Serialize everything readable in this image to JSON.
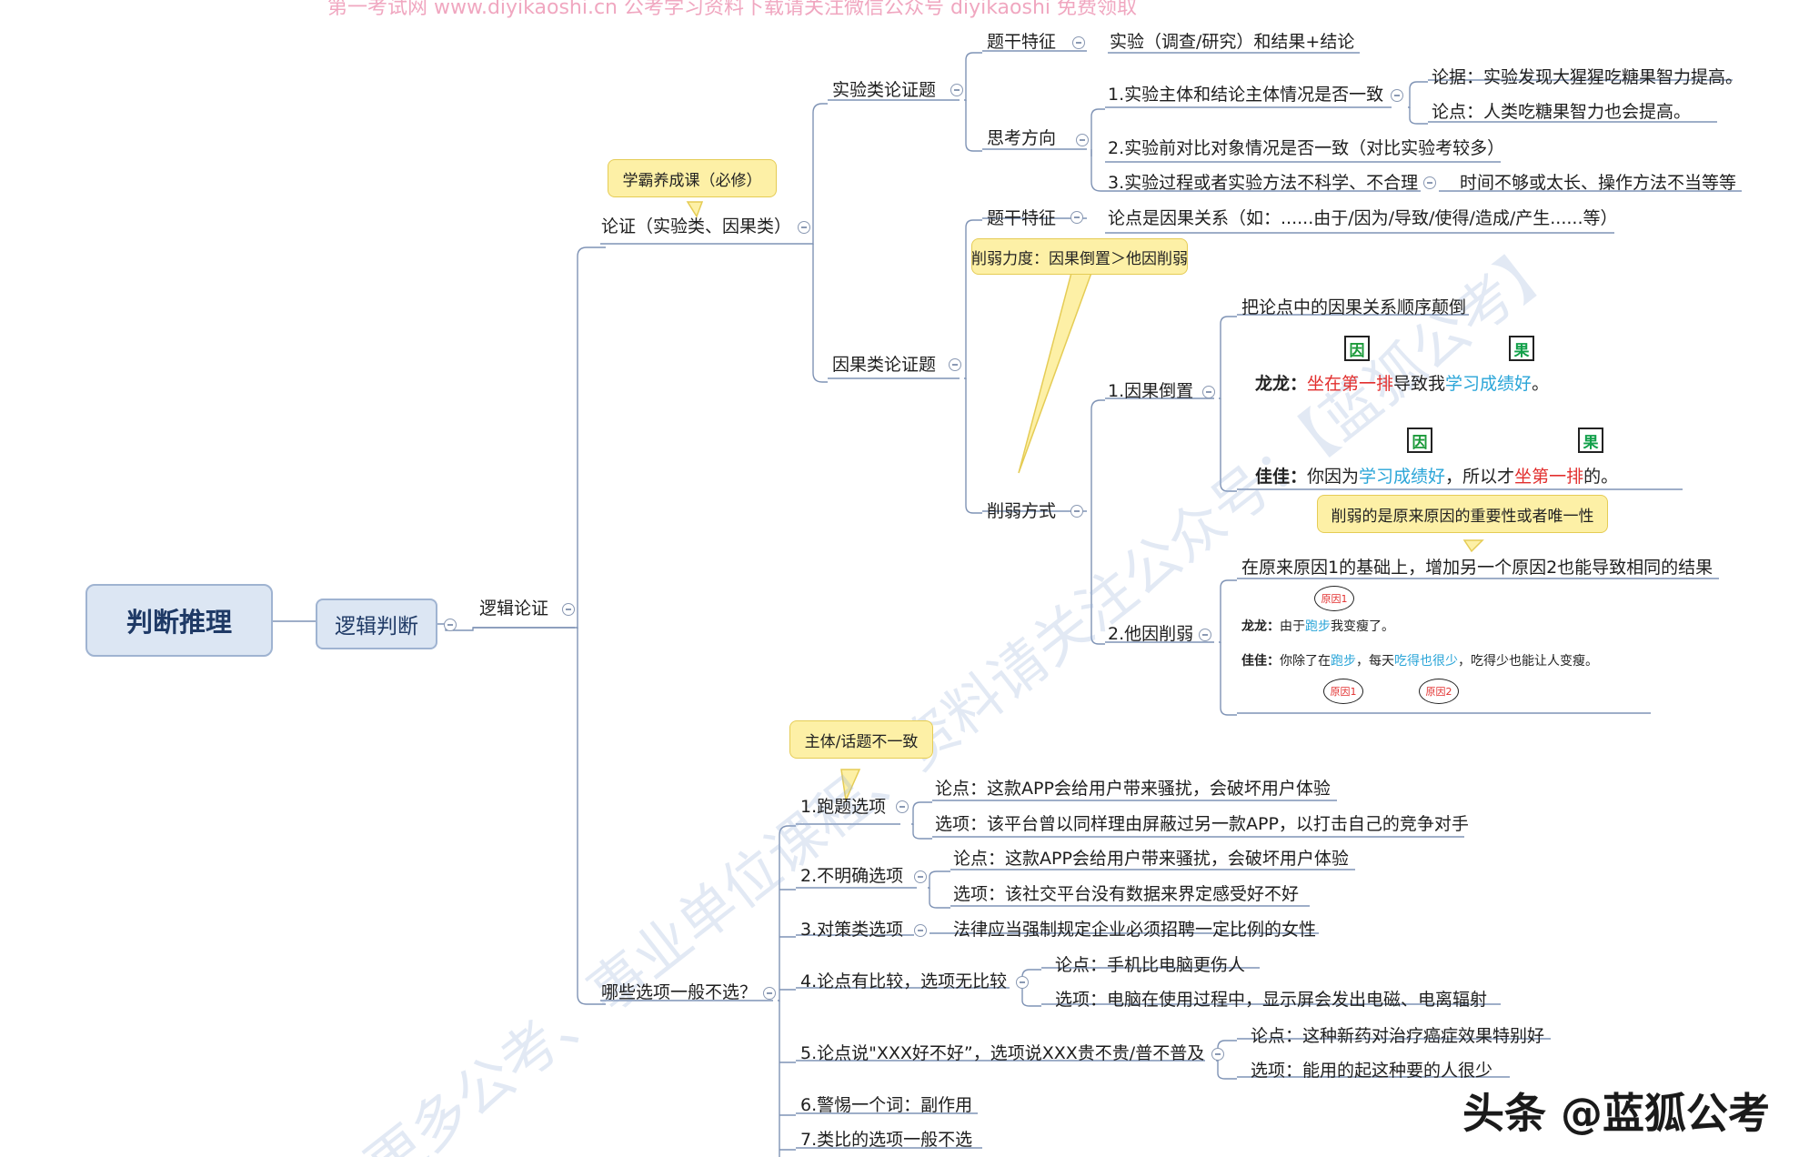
{
  "top_banner": "第一考试网 www.diyikaoshi.cn 公考学习资料下载请关注微信公众号 diyikaoshi 免费领取",
  "watermark_1": "更多公考、事业单位课程、资料请关注公众号：【蓝狐公考】",
  "brand": "头条 @蓝狐公考",
  "root": "判断推理",
  "level1": "逻辑判断",
  "level2": "逻辑论证",
  "argument": {
    "label": "论证（实验类、因果类）",
    "callout": "学霸养成课（必修）",
    "experiment": {
      "label": "实验类论证题",
      "stem_label": "题干特征",
      "stem_value": "实验（调查/研究）和结果+结论",
      "think_label": "思考方向",
      "item1": "1.实验主体和结论主体情况是否一致",
      "item1_a": "论据：实验发现大猩猩吃糖果智力提高。",
      "item1_b": "论点：人类吃糖果智力也会提高。",
      "item2": "2.实验前对比对象情况是否一致（对比实验考较多）",
      "item3": "3.实验过程或者实验方法不科学、不合理",
      "item3_a": "时间不够或太长、操作方法不当等等"
    },
    "causal": {
      "label": "因果类论证题",
      "stem_label": "题干特征",
      "stem_value": "论点是因果关系（如：......由于/因为/导致/使得/造成/产生......等）",
      "weaken_label": "削弱方式",
      "weaken_callout": "削弱力度：因果倒置＞他因削弱",
      "reverse": {
        "label": "1.因果倒置",
        "desc": "把论点中的因果关系顺序颠倒",
        "tag_cause": "因",
        "tag_effect": "果",
        "ex1_speaker": "龙龙：",
        "ex1_a": "坐在第一排",
        "ex1_b": "导致我",
        "ex1_c": "学习成绩好",
        "ex1_d": "。",
        "ex2_speaker": "佳佳：",
        "ex2_a": "你因为",
        "ex2_b": "学习成绩好",
        "ex2_c": "，所以才",
        "ex2_d": "坐第一排",
        "ex2_e": "的。"
      },
      "other": {
        "label": "2.他因削弱",
        "callout": "削弱的是原来原因的重要性或者唯一性",
        "desc": "在原来原因1的基础上，增加另一个原因2也能导致相同的结果",
        "oval1": "原因1",
        "oval2": "原因2",
        "ex1_speaker": "龙龙：",
        "ex1_a": "由于",
        "ex1_b": "跑步",
        "ex1_c": "我变瘦了。",
        "ex2_speaker": "佳佳：",
        "ex2_a": "你除了在",
        "ex2_b": "跑步",
        "ex2_c": "，每天",
        "ex2_d": "吃得也很少",
        "ex2_e": "，吃得少也能让人变瘦。"
      }
    }
  },
  "options": {
    "label": "哪些选项一般不选？",
    "callout": "主体/话题不一致",
    "o1": "1.跑题选项",
    "o1_a": "论点：这款APP会给用户带来骚扰，会破坏用户体验",
    "o1_b": "选项：该平台曾以同样理由屏蔽过另一款APP，以打击自己的竞争对手",
    "o2": "2.不明确选项",
    "o2_a": "论点：这款APP会给用户带来骚扰，会破坏用户体验",
    "o2_b": "选项：该社交平台没有数据来界定感受好不好",
    "o3": "3.对策类选项",
    "o3_a": "法律应当强制规定企业必须招聘一定比例的女性",
    "o4": "4.论点有比较，选项无比较",
    "o4_a": "论点：手机比电脑更伤人",
    "o4_b": "选项：电脑在使用过程中，显示屏会发出电磁、电离辐射",
    "o5": "5.论点说\"XXX好不好”，选项说XXX贵不贵/普不普及",
    "o5_a": "论点：这种新药对治疗癌症效果特别好",
    "o5_b": "选项：能用的起这种要的人很少",
    "o6": "6.警惕一个词：副作用",
    "o7": "7.类比的选项一般不选"
  }
}
